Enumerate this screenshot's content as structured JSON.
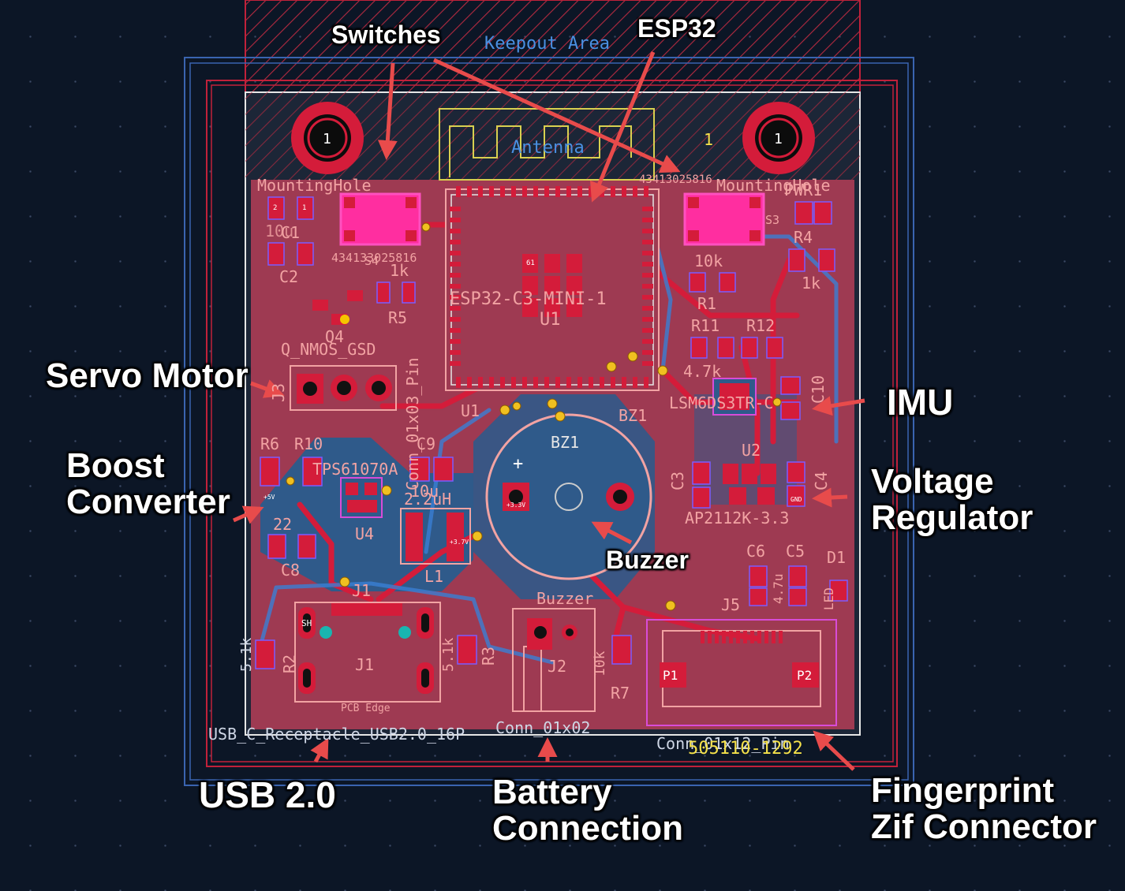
{
  "annotations": {
    "switches": "Switches",
    "esp32": "ESP32",
    "servo_motor": "Servo Motor",
    "boost_l1": "Boost",
    "boost_l2": "Converter",
    "imu": "IMU",
    "voltage_l1": "Voltage",
    "voltage_l2": "Regulator",
    "buzzer": "Buzzer",
    "usb": "USB 2.0",
    "battery_l1": "Battery",
    "battery_l2": "Connection",
    "fingerprint_l1": "Fingerprint",
    "fingerprint_l2": "Zif Connector"
  },
  "pcb": {
    "keepout": "Keepout Area",
    "antenna": "Antenna",
    "mounting_hole_left": "MountingHole",
    "mounting_hole_right": "MountingHole",
    "pad_one": "1",
    "pad_one_marker": "1",
    "esp32_module": "ESP32-C3-MINI-1",
    "u1": "U1",
    "u1b": "U1",
    "esp_part": "43413025816",
    "sw_left_part": "434133025816",
    "sw_left_ref": "S4",
    "sw_right_ref": "S3",
    "c1": "C1",
    "c1_val": "10u",
    "c2": "C2",
    "r5": "R5",
    "r5_val": "1k",
    "q4": "Q4",
    "q_nmos": "Q_NMOS_GSD",
    "j3": "J3",
    "conn_01x03": "Conn_01x03_Pin",
    "r6": "R6",
    "r10": "R10",
    "c9": "C9",
    "c9_val": "10u",
    "tps": "TPS61070A",
    "l_val": "2.2uH",
    "u4": "U4",
    "l1": "L1",
    "r22": "22",
    "c8": "C8",
    "bz1_top": "BZ1",
    "bz1_inner": "BZ1",
    "buzzer_label": "Buzzer",
    "pwr1": "PWR1",
    "r4": "R4",
    "r4_val": "1k",
    "r1": "R1",
    "r1_val": "10k",
    "r11": "R11",
    "r12": "R12",
    "r_47k": "4.7k",
    "lsm": "LSM6DS3TR-C",
    "c10": "C10",
    "u2": "U2",
    "c3": "C3",
    "c4": "C4",
    "ap": "AP2112K-3.3",
    "c6": "C6",
    "c5": "C5",
    "d1": "D1",
    "led_val": "LED",
    "c_47u": "4.7u",
    "j5": "J5",
    "p1": "P1",
    "p2": "P2",
    "zif_part": "505110-1292",
    "zif_conn": "Conn_01x12_Pin",
    "j1": "J1",
    "j1b": "J1",
    "usb_recept": "USB_C_Receptacle_USB2.0_16P",
    "pcb_edge": "PCB Edge",
    "r2": "R2",
    "r2_val": "5.1k",
    "r3": "R3",
    "r3_val": "5.1k",
    "j2": "J2",
    "j2b": "J2",
    "conn_01x02": "Conn_01x02",
    "r7": "R7",
    "r7_val": "10k",
    "sh": "SH",
    "gnd": "GND",
    "v33": "+3.3V",
    "v5": "+5V",
    "v37": "+3.7V",
    "pin61": "61",
    "pin2": "2",
    "pin1": "1"
  },
  "colors": {
    "annotation_arrow": "#e84b4b",
    "board_fill": "#9e3a52",
    "copper_front": "#c8102e",
    "copper_back": "#2f5a8a",
    "silkscreen": "#f2a3a3",
    "courtyard": "#d84cd8",
    "edge_cuts": "#e6e6e6",
    "keepout": "#c1213a"
  }
}
